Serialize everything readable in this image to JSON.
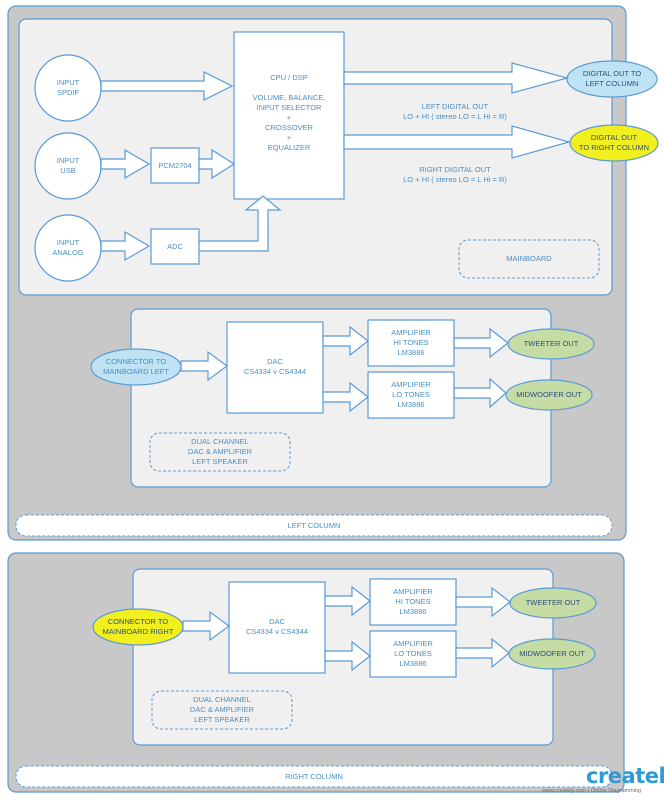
{
  "mainboard": {
    "cpu_lines": [
      "CPU  /  DSP",
      "",
      "VOLUME, BALANCE,",
      "INPUT SELECTOR",
      "+",
      "CROSSOVER",
      "+",
      "EQUALIZER"
    ],
    "input_spdif": [
      "INPUT",
      "SPDIF"
    ],
    "input_usb": [
      "INPUT",
      "USB"
    ],
    "input_analog": [
      "INPUT",
      "ANALOG"
    ],
    "pcm": "PCM2704",
    "adc": "ADC",
    "out_left": [
      "DIGITAL OUT TO",
      "LEFT COLUMN"
    ],
    "out_right": [
      "DIGITAL OUT",
      "TO  RIGHT COLUMN"
    ],
    "left_digital": [
      "LEFT DIGITAL OUT",
      "LO + HI ( stereo LO = L Hi = R)"
    ],
    "right_digital": [
      "RIGHT DIGITAL OUT",
      "LO + HI ( stereo LO = L Hi = R)"
    ],
    "label": "MAINBOARD"
  },
  "left_column": {
    "connector": [
      "CONNECTOR TO",
      "MAINBOARD LEFT"
    ],
    "dac": [
      "DAC",
      "CS4334 v CS4344"
    ],
    "amp_hi": [
      "AMPLIFIER",
      "HI TONES",
      "LM3886"
    ],
    "amp_lo": [
      "AMPLIFIER",
      "LO TONES",
      "LM3886"
    ],
    "tweeter": "TWEETER OUT",
    "midwoofer": "MIDWOOFER OUT",
    "dual": [
      "DUAL CHANNEL",
      "DAC & AMPLIFIER",
      "LEFT SPEAKER"
    ],
    "label": "LEFT COLUMN"
  },
  "right_column": {
    "connector": [
      "CONNECTOR TO",
      "MAINBOARD RIGHT"
    ],
    "dac": [
      "DAC",
      "CS4334 v CS4344"
    ],
    "amp_hi": [
      "AMPLIFIER",
      "HI TONES",
      "LM3886"
    ],
    "amp_lo": [
      "AMPLIFIER",
      "LO TONES",
      "LM3886"
    ],
    "tweeter": "TWEETER OUT",
    "midwoofer": "MIDWOOFER OUT",
    "dual": [
      "DUAL CHANNEL",
      "DAC & AMPLIFIER",
      "LEFT SPEAKER"
    ],
    "label": "RIGHT COLUMN"
  },
  "branding": {
    "logo": "creately",
    "tagline": "www.creately.com • Online Diagramming"
  },
  "colors": {
    "panel_gray": "#c8c8c8",
    "inner_panel": "#f0f0f0",
    "border_blue": "#5b9bd5",
    "ellipse_blue": "#bfe3f4",
    "ellipse_yellow": "#f2ef1f",
    "ellipse_green": "#c6dca5",
    "text_blue": "#4a8fc4"
  }
}
